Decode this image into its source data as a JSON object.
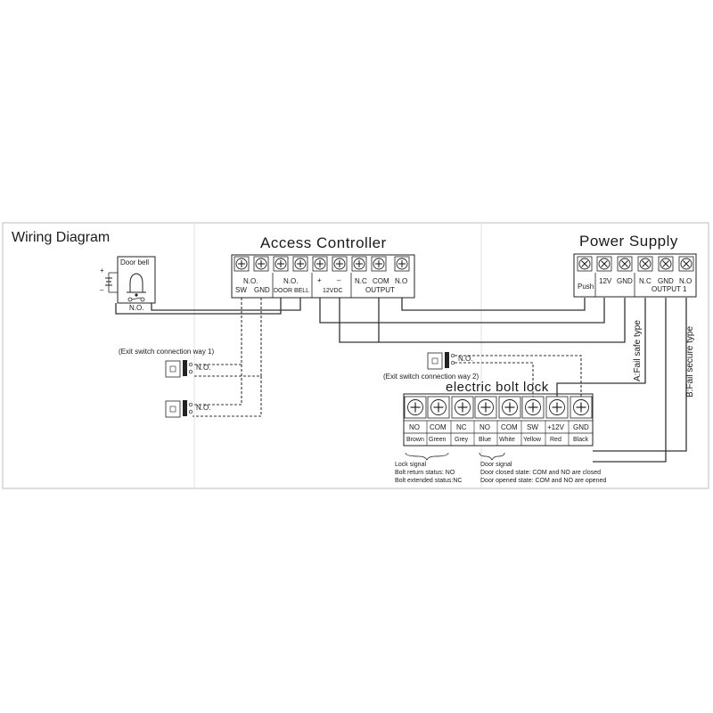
{
  "title": "Wiring Diagram",
  "access_controller": {
    "title": "Access Controller",
    "labels": {
      "no1": "N.O.",
      "sw": "SW",
      "gnd": "GND",
      "no2": "N.O.",
      "doorbell": "DOOR BELL",
      "plus": "+",
      "minus": "–",
      "vdc": "12VDC",
      "nc": "N.C",
      "com": "COM",
      "no3": "N.O",
      "output": "OUTPUT"
    }
  },
  "power_supply": {
    "title": "Power Supply",
    "labels": {
      "push": "Push",
      "v12": "12V",
      "gnd": "GND",
      "nc": "N.C",
      "gnd2": "GND",
      "no": "N.O",
      "output1": "OUTPUT 1"
    }
  },
  "door_bell": {
    "label": "Door bell",
    "no": "N.O.",
    "plus": "+",
    "minus": "–"
  },
  "exit_switch_1": {
    "caption": "(Exit switch connection way 1)",
    "no_a": "N.O.",
    "no_b": "N.O."
  },
  "exit_switch_2": {
    "caption": "(Exit switch connection way 2)",
    "no": "N.O."
  },
  "bolt_lock": {
    "title": "electric bolt lock",
    "terminals": [
      "NO",
      "COM",
      "NC",
      "NO",
      "COM",
      "SW",
      "+12V",
      "GND"
    ],
    "colors": [
      "Brown",
      "Green",
      "Grey",
      "Blue",
      "White",
      "Yellow",
      "Red",
      "Black"
    ]
  },
  "lock_signal": {
    "title": "Lock signal",
    "line1": "Bolt return status: NO",
    "line2": "Bolt extended status:NC"
  },
  "door_signal": {
    "title": "Door signal",
    "line1": "Door closed state: COM and NO are closed",
    "line2": "Door opened state: COM and NO are opened"
  },
  "fail_safe": "A:Fail safe type",
  "fail_secure": "B:Fail secure type"
}
